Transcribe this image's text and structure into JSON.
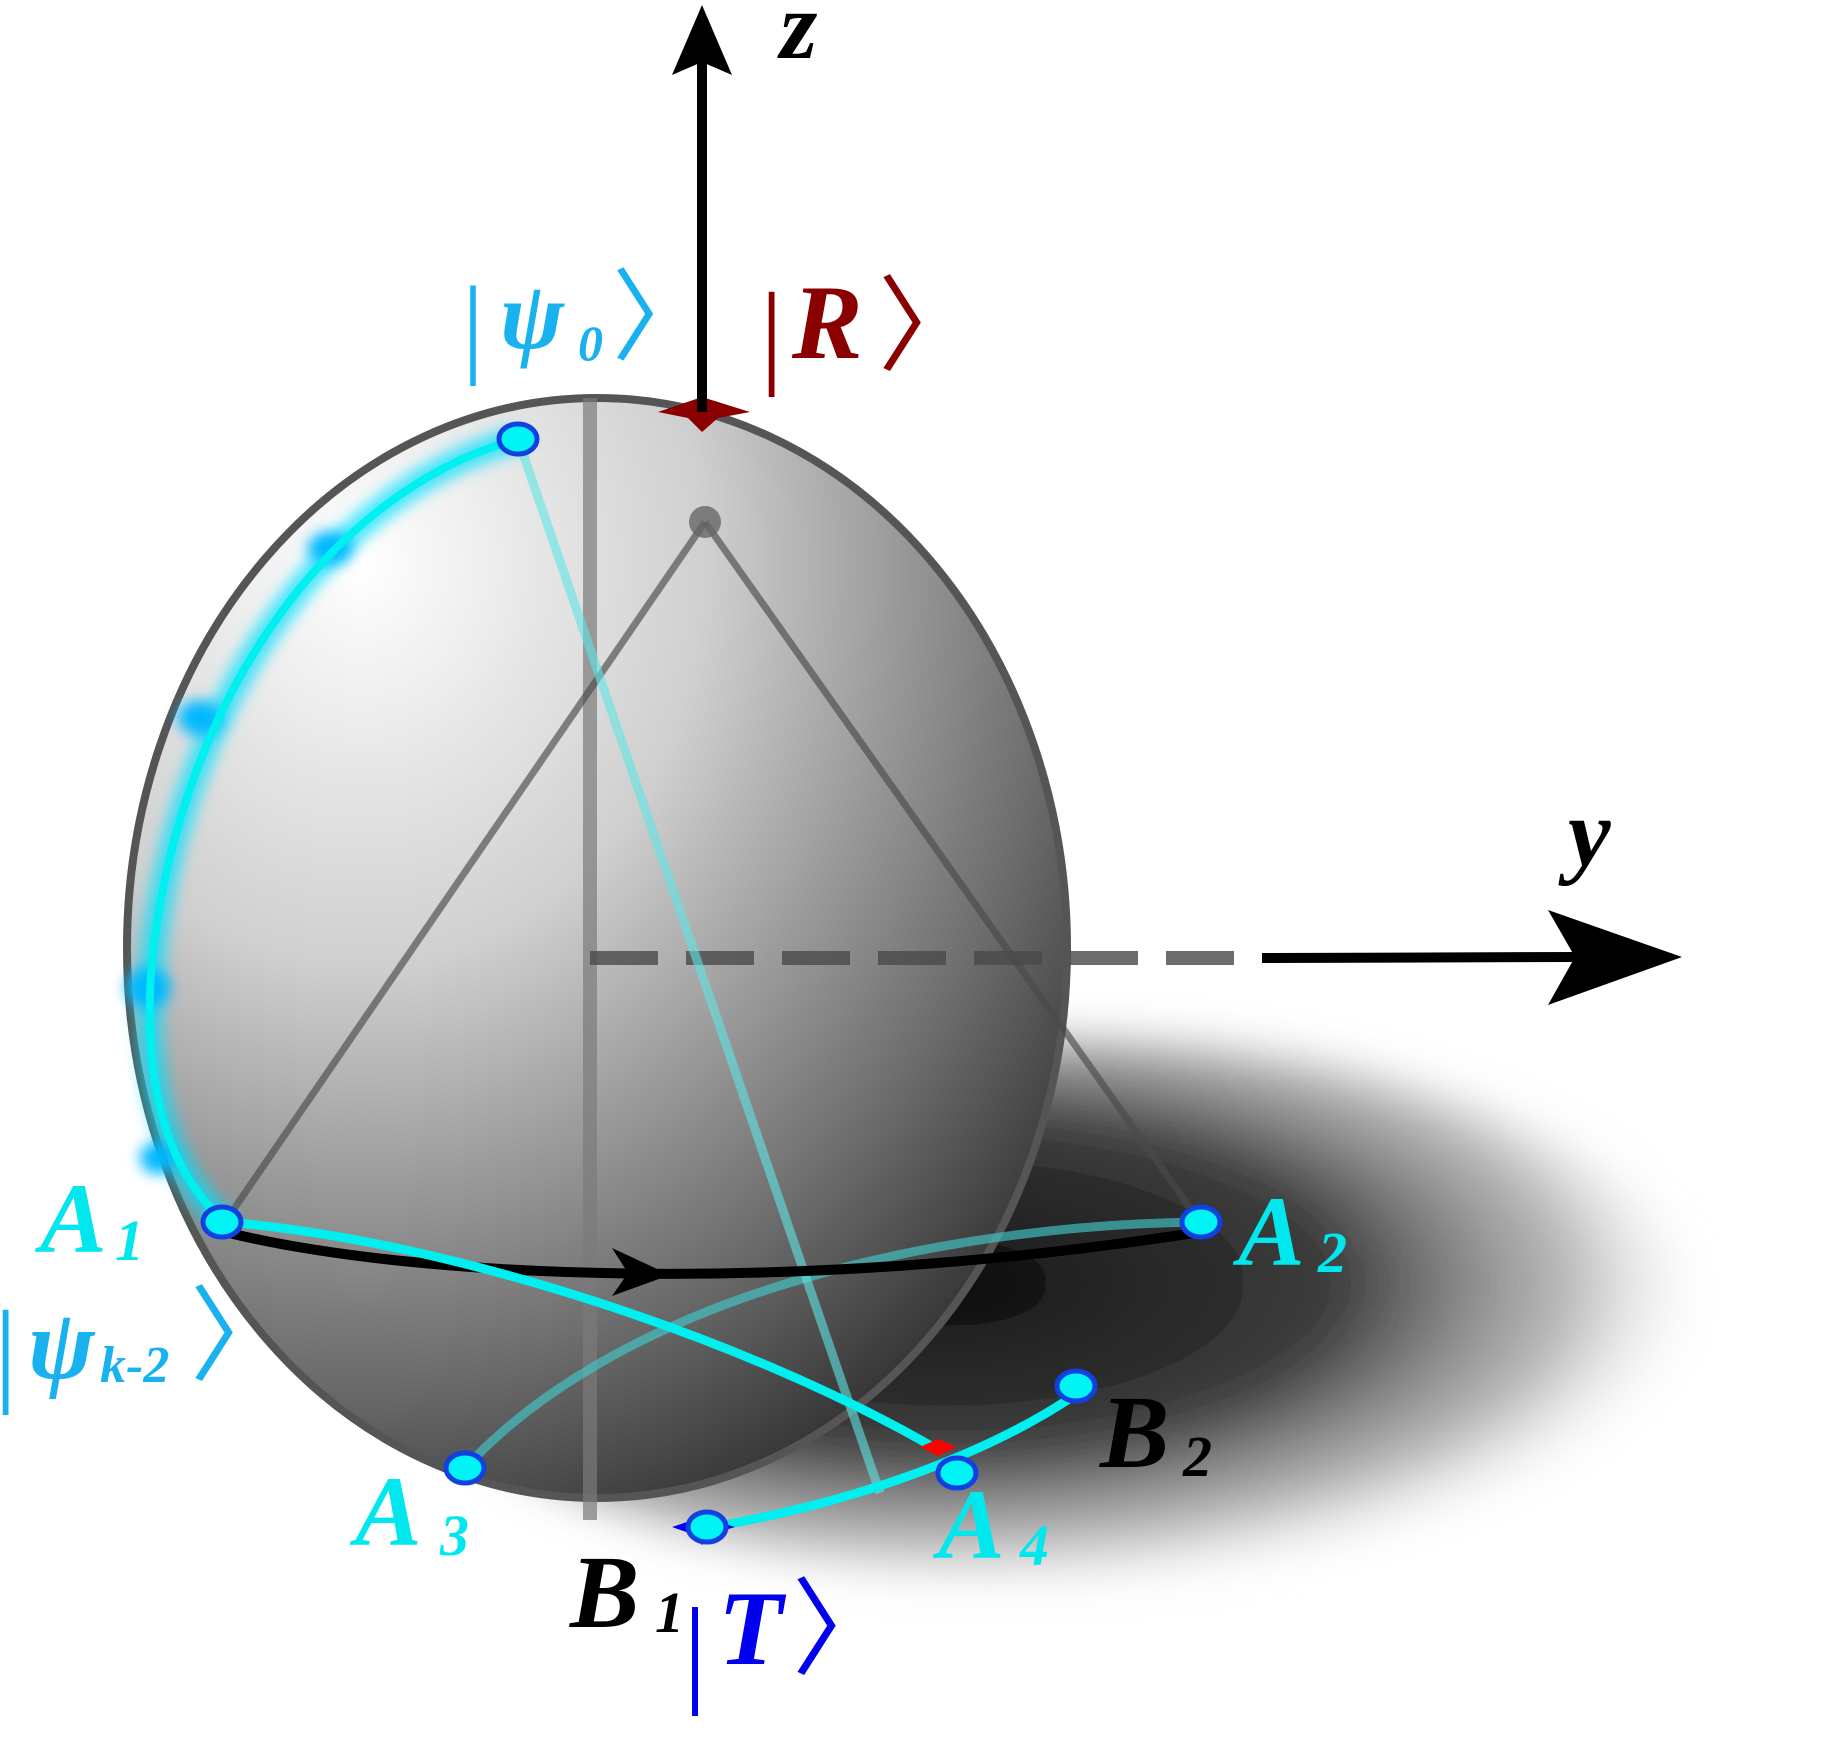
{
  "axes": {
    "z": "z",
    "y": "y"
  },
  "kets": {
    "psi0": {
      "bar": "|",
      "name": "ψ",
      "sub": "0",
      "close": "〉",
      "color": "#1ab2ee"
    },
    "R": {
      "bar": "|",
      "name": "R",
      "close": "〉",
      "color": "#8a0000"
    },
    "psik2": {
      "bar": "|",
      "name": "ψ",
      "sub": "k-2",
      "close": "〉",
      "color": "#1ab2ee"
    },
    "T": {
      "bar": "|",
      "name": "T",
      "close": "〉",
      "color": "#0000ee"
    }
  },
  "points": {
    "A1": {
      "name": "A",
      "sub": "1",
      "color": "#00e8ee"
    },
    "A2": {
      "name": "A",
      "sub": "2",
      "color": "#00e8ee"
    },
    "A3": {
      "name": "A",
      "sub": "3",
      "color": "#00e8ee"
    },
    "A4": {
      "name": "A",
      "sub": "4",
      "color": "#00e8ee"
    },
    "B1": {
      "name": "B",
      "sub": "1",
      "color": "#000000"
    },
    "B2": {
      "name": "B",
      "sub": "2",
      "color": "#000000"
    }
  },
  "colors": {
    "trajectory": "#00f0f0",
    "point_fill": "#00f4f4",
    "point_stroke": "#1040e0",
    "north_marker": "#8a0000",
    "south_marker": "#0000ee",
    "intersection_marker": "#ff0000"
  }
}
